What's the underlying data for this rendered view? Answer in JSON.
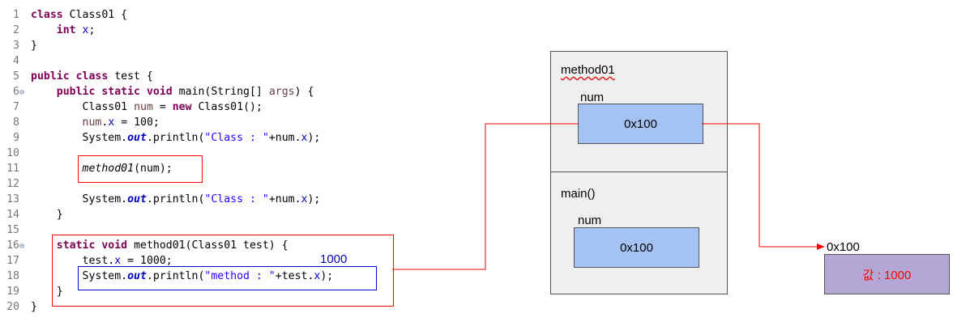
{
  "code": {
    "line_numbers": [
      "1",
      "2",
      "3",
      "4",
      "5",
      "6",
      "7",
      "8",
      "9",
      "10",
      "11",
      "12",
      "13",
      "14",
      "15",
      "16",
      "17",
      "18",
      "19",
      "20"
    ],
    "l1": {
      "kw": "class",
      "rest": " Class01 {"
    },
    "l2": {
      "kw": "int",
      "fld": "x",
      "rest": ";"
    },
    "l3": {
      "rest": "}"
    },
    "l5": {
      "kw1": "public",
      "kw2": "class",
      "rest": " test {"
    },
    "l6": {
      "kw1": "public",
      "kw2": "static",
      "kw3": "void",
      "rest1": " main(String[] ",
      "param": "args",
      "rest2": ") {"
    },
    "l7": {
      "a": "Class01 ",
      "var": "num",
      "b": " = ",
      "kw": "new",
      "c": " Class01();"
    },
    "l8": {
      "var": "num",
      "dot": ".",
      "fld": "x",
      "rest": " = 100;"
    },
    "l9": {
      "a": "System.",
      "sfld": "out",
      "b": ".println(",
      "str": "\"Class : \"",
      "c": "+num.",
      "fld": "x",
      "d": ");"
    },
    "l11": {
      "call": "method01",
      "rest": "(num);"
    },
    "l13": {
      "a": "System.",
      "sfld": "out",
      "b": ".println(",
      "str": "\"Class : \"",
      "c": "+num.",
      "fld": "x",
      "d": ");"
    },
    "l14": {
      "rest": "}"
    },
    "l16": {
      "kw1": "static",
      "kw2": "void",
      "rest": " method01(Class01 test) {"
    },
    "l17": {
      "a": "test.",
      "fld": "x",
      "b": " = 1000;"
    },
    "l18": {
      "a": "System.",
      "sfld": "out",
      "b": ".println(",
      "str": "\"method : \"",
      "c": "+test.",
      "fld": "x",
      "d": ");"
    },
    "l19": {
      "rest": "}"
    },
    "l20": {
      "rest": "}"
    }
  },
  "annotation_value": "1000",
  "diagram": {
    "frame_method": {
      "label": "method01",
      "var_label": "num",
      "var_value": "0x100"
    },
    "frame_main": {
      "label": "main()",
      "var_label": "num",
      "var_value": "0x100"
    },
    "heap": {
      "address": "0x100",
      "content": "값 : 1000"
    }
  },
  "colors": {
    "highlight_red": "#ff0000",
    "highlight_blue": "#0000cc",
    "arrow": "#ff0000",
    "cell_blue": "#a4c2f4",
    "heap_purple": "#b4a7d6",
    "frame_gray": "#efefef"
  }
}
